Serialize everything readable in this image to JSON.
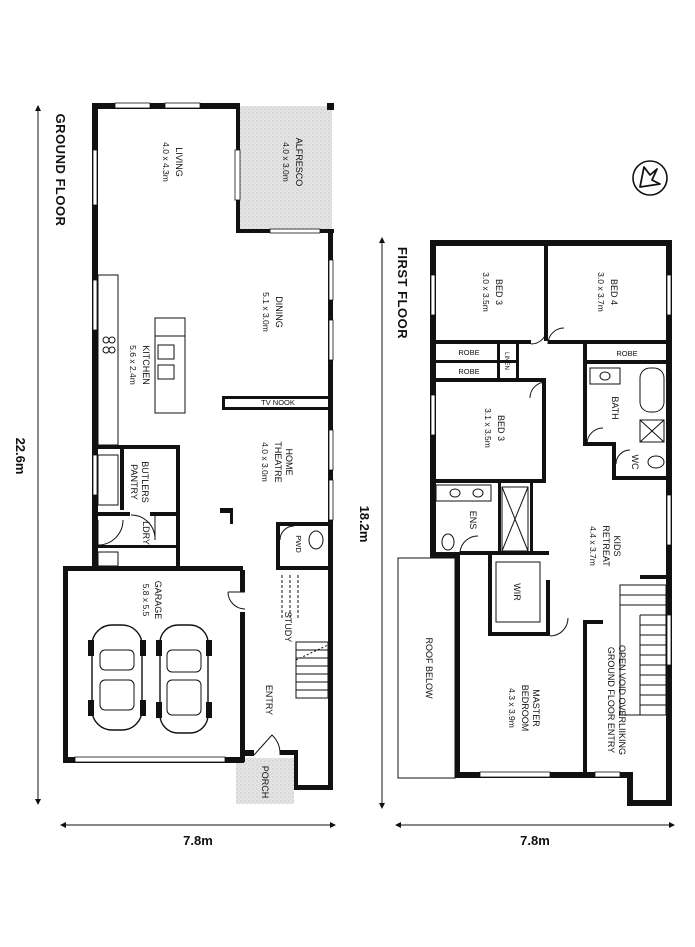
{
  "ground_floor": {
    "heading": "GROUND FLOOR",
    "overall_width": "7.8m",
    "overall_depth": "22.6m",
    "rooms": {
      "living": {
        "name": "LIVING",
        "size": "4.0 x 4.3m"
      },
      "alfresco": {
        "name": "ALFRESCO",
        "size": "4.0 x 3.0m"
      },
      "dining": {
        "name": "DINING",
        "size": "5.1 x 3.0m"
      },
      "kitchen": {
        "name": "KITCHEN",
        "size": "5.6 x 2.4m"
      },
      "tv_nook": {
        "name": "TV NOOK"
      },
      "home_theatre": {
        "name": "HOME THEATRE",
        "line1": "HOME",
        "line2": "THEATRE",
        "size": "4.0 x 3.0m"
      },
      "butlers_pantry": {
        "line1": "BUTLERS",
        "line2": "PANTRY"
      },
      "laundry": {
        "name": "LDRY"
      },
      "powder": {
        "name": "PWD"
      },
      "garage": {
        "name": "GARAGE",
        "size": "5.8 x 5.5"
      },
      "study": {
        "name": "STUDY"
      },
      "entry": {
        "name": "ENTRY"
      },
      "porch": {
        "name": "PORCH"
      }
    }
  },
  "first_floor": {
    "heading": "FIRST FLOOR",
    "overall_width": "7.8m",
    "overall_depth": "18.2m",
    "rooms": {
      "bed3_top": {
        "name": "BED 3",
        "size": "3.0 x 3.5m"
      },
      "bed4": {
        "name": "BED 4",
        "size": "3.0 x 3.7m"
      },
      "robe_1": {
        "name": "ROBE"
      },
      "robe_2": {
        "name": "ROBE"
      },
      "robe_3": {
        "name": "ROBE"
      },
      "linen": {
        "name": "LINEN"
      },
      "bed3_mid": {
        "name": "BED 3",
        "size": "3.1 x 3.5m"
      },
      "bath": {
        "name": "BATH"
      },
      "wc": {
        "name": "WC"
      },
      "ens": {
        "name": "ENS"
      },
      "kids_retreat": {
        "line1": "KIDS",
        "line2": "RETREAT",
        "size": "4.4 x 3.7m"
      },
      "wir": {
        "name": "WIR"
      },
      "roof_below": {
        "name": "ROOF BELOW"
      },
      "master": {
        "line1": "MASTER",
        "line2": "BEDROOM",
        "size": "4.3 x 3.9m"
      },
      "void": {
        "line1": "OPEN VOID OVERLIIKING",
        "line2": "GROUND FLOOR ENTRY"
      }
    }
  },
  "compass": {
    "icon": "north-arrow-icon"
  }
}
